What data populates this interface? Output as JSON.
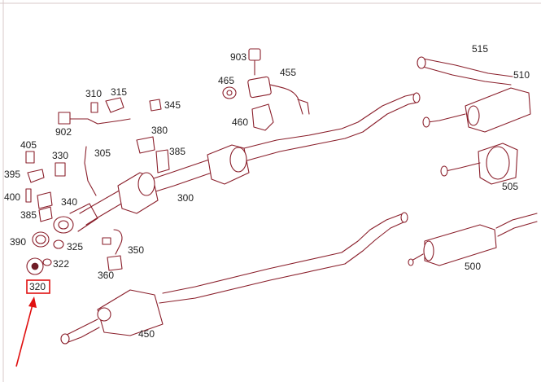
{
  "labels": {
    "p903": "903",
    "p455": "455",
    "p465": "465",
    "p460": "460",
    "p515": "515",
    "p510": "510",
    "p505": "505",
    "p500": "500",
    "p310": "310",
    "p315": "315",
    "p345": "345",
    "p902": "902",
    "p305": "305",
    "p380": "380",
    "p385a": "385",
    "p300": "300",
    "p405": "405",
    "p330": "330",
    "p395": "395",
    "p400": "400",
    "p340": "340",
    "p385b": "385",
    "p390": "390",
    "p325": "325",
    "p322": "322",
    "p320": "320",
    "p350": "350",
    "p360": "360",
    "p450": "450"
  },
  "highlight": {
    "part": "320",
    "color": "#e01010"
  },
  "colors": {
    "line": "#8a1f2b",
    "text": "#222222",
    "accent": "#e01010"
  }
}
